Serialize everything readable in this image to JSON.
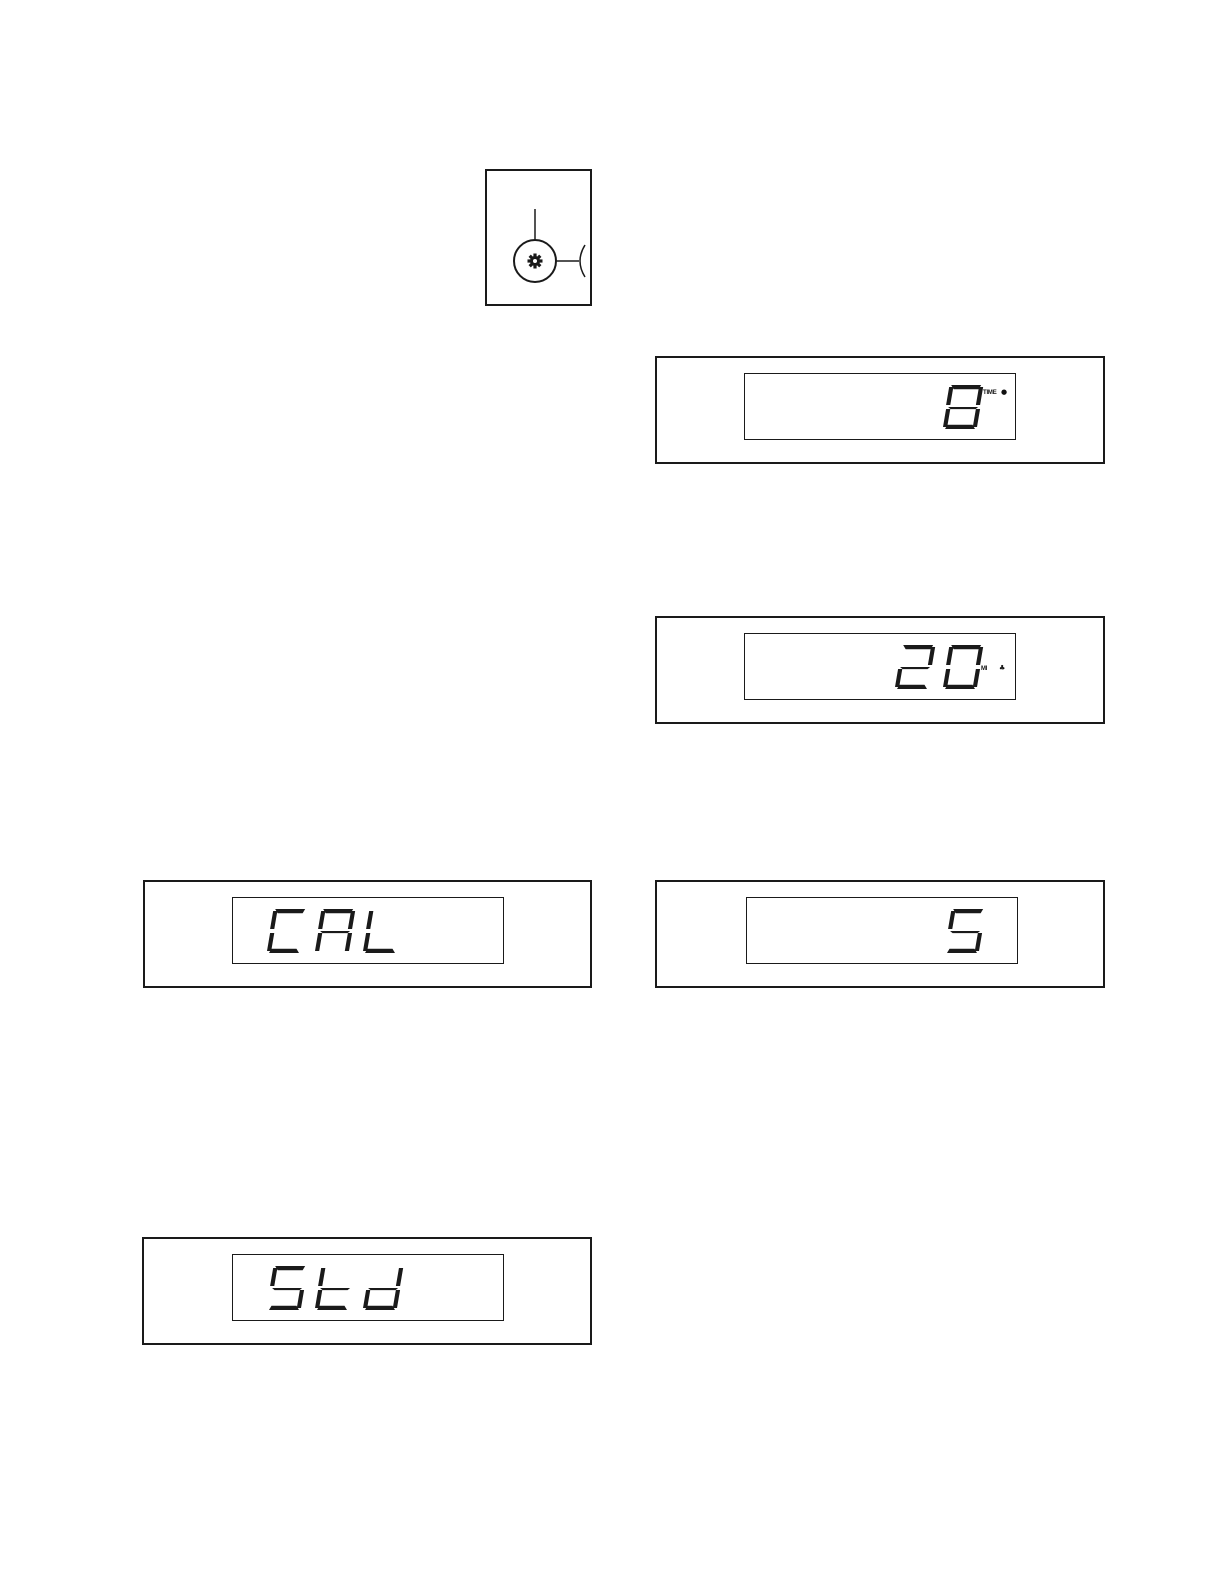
{
  "key_figure": {
    "icon": "gear-icon"
  },
  "displays": [
    {
      "id": "display-time",
      "text": "8",
      "unit_label": "TIME",
      "unit_icon": "clock-icon"
    },
    {
      "id": "display-speed",
      "text": "20",
      "unit_label": "MI",
      "unit_icon": "runner-icon"
    },
    {
      "id": "display-cal",
      "text": "CAL",
      "unit_label": "",
      "unit_icon": ""
    },
    {
      "id": "display-5",
      "text": "5",
      "unit_label": "",
      "unit_icon": ""
    },
    {
      "id": "display-std",
      "text": "Std",
      "unit_label": "",
      "unit_icon": ""
    }
  ],
  "colors": {
    "ink": "#1a1a1a",
    "paper": "#ffffff"
  }
}
